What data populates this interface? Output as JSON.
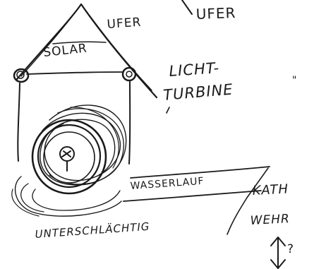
{
  "labels": {
    "ufer_left": "UFER",
    "ufer_right": "UFER",
    "solar": "SOLAR",
    "lichtturbine_line1": "LICHT-",
    "lichtturbine_line2": "TURBINE",
    "lichtturbine_mark": "\"",
    "wasserlauf": "WASSERLAUF",
    "kath": "KATH",
    "wehr": "WEHR",
    "unterschlaechtig": "UNTERSCHLÄCHTIG",
    "question_mark": "?"
  },
  "colors": {
    "ink": "#1a1a1a",
    "paper": "#ffffff"
  }
}
